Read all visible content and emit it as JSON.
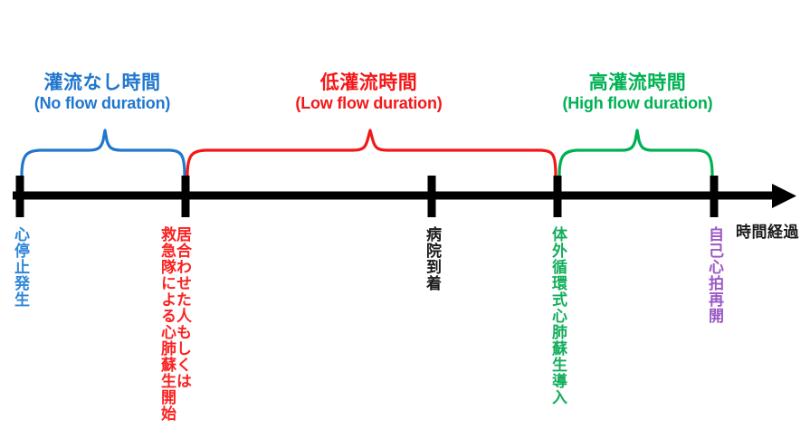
{
  "diagram": {
    "title_semantic": "cardiac-arrest-perfusion-timeline",
    "axis": {
      "caption": "時間経過",
      "arrow_icon": "arrow-right-icon"
    },
    "phases": [
      {
        "id": "no-flow",
        "jp": "灌流なし時間",
        "en": "(No flow duration)",
        "color": "#2077CE"
      },
      {
        "id": "low-flow",
        "jp": "低灌流時間",
        "en": "(Low flow duration)",
        "color": "#F41717"
      },
      {
        "id": "high-flow",
        "jp": "高灌流時間",
        "en": "(High flow duration)",
        "color": "#00B153"
      }
    ],
    "events": [
      {
        "id": "cardiac-arrest",
        "label": "心停止発生",
        "color": "#2E86D8"
      },
      {
        "id": "bystander-cpr",
        "label_col_right": "居合わせた人もしくは",
        "label_col_left": "救急隊による心肺蘇生開始",
        "color": "#FA2222"
      },
      {
        "id": "hospital-arrival",
        "label": "病院到着",
        "color": "#1A1A1A"
      },
      {
        "id": "ecpr-introduction",
        "label": "体外循環式心肺蘇生導入",
        "color": "#13AE5C"
      },
      {
        "id": "rosc",
        "label": "自己心拍再開",
        "color": "#9B59C6"
      }
    ]
  }
}
